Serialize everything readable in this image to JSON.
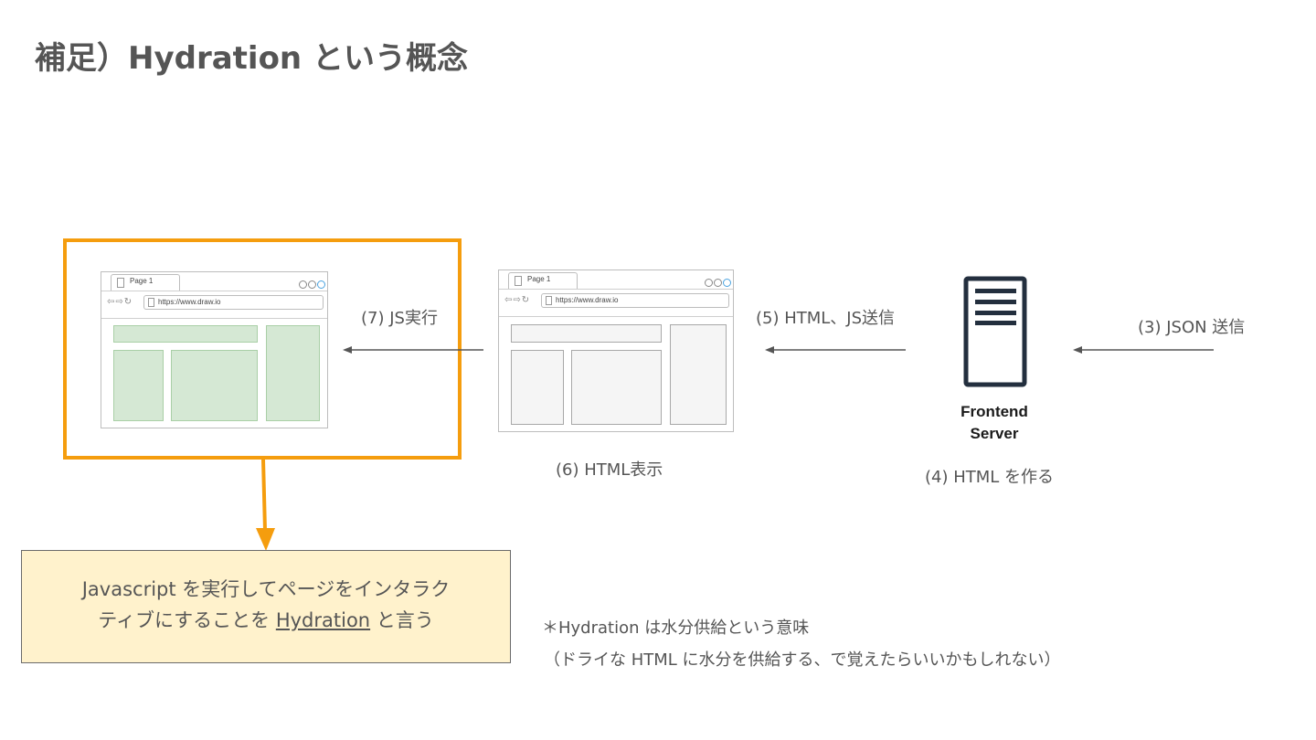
{
  "title": "補足）Hydration という概念",
  "browser": {
    "tab_label": "Page 1",
    "url": "https://www.draw.io"
  },
  "steps": {
    "step3": "(3) JSON 送信",
    "step4": "(4) HTML を作る",
    "step5": "(5) HTML、JS送信",
    "step6": "(6) HTML表示",
    "step7": "(7) JS実行"
  },
  "server": {
    "label": "Frontend\nServer",
    "icon": "server-icon"
  },
  "note": {
    "line1": "Javascript を実行してページをインタラク",
    "line2_prefix": "ティブにすることを ",
    "keyword": "Hydration",
    "line2_suffix": " と言う"
  },
  "footnote": {
    "line1": "＊Hydration は水分供給という意味",
    "line2": "（ドライな HTML に水分を供給する、で覚えたらいいかもしれない）"
  },
  "colors": {
    "highlight": "#f59d0e",
    "note_bg": "#fff2cc",
    "hydrated_block": "#d5e8d4",
    "dry_block": "#f5f5f5"
  }
}
